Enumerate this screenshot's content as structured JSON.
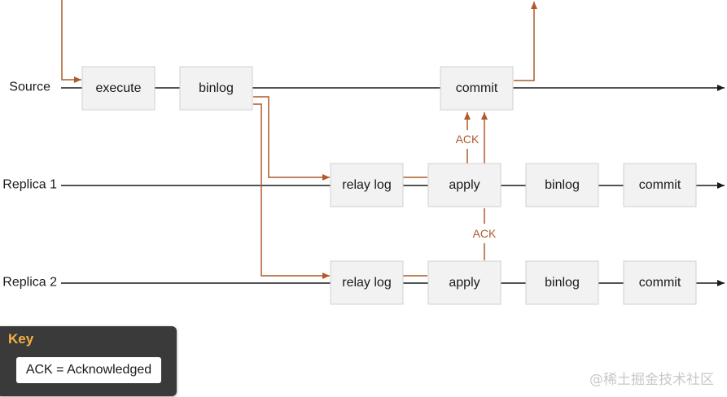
{
  "lanes": {
    "source": "Source",
    "replica1": "Replica 1",
    "replica2": "Replica 2"
  },
  "nodes": {
    "source_execute": "execute",
    "source_binlog": "binlog",
    "source_commit": "commit",
    "r1_relay": "relay log",
    "r1_apply": "apply",
    "r1_binlog": "binlog",
    "r1_commit": "commit",
    "r2_relay": "relay log",
    "r2_apply": "apply",
    "r2_binlog": "binlog",
    "r2_commit": "commit"
  },
  "acks": {
    "r1": "ACK",
    "r2": "ACK"
  },
  "key": {
    "title": "Key",
    "item": "ACK = Acknowledged"
  },
  "watermark": "@稀土掘金技术社区",
  "colors": {
    "flow": "#b05a2c",
    "node_fill": "#f2f2f2",
    "key_background": "#3a3a3a",
    "key_title": "#f5b042"
  }
}
